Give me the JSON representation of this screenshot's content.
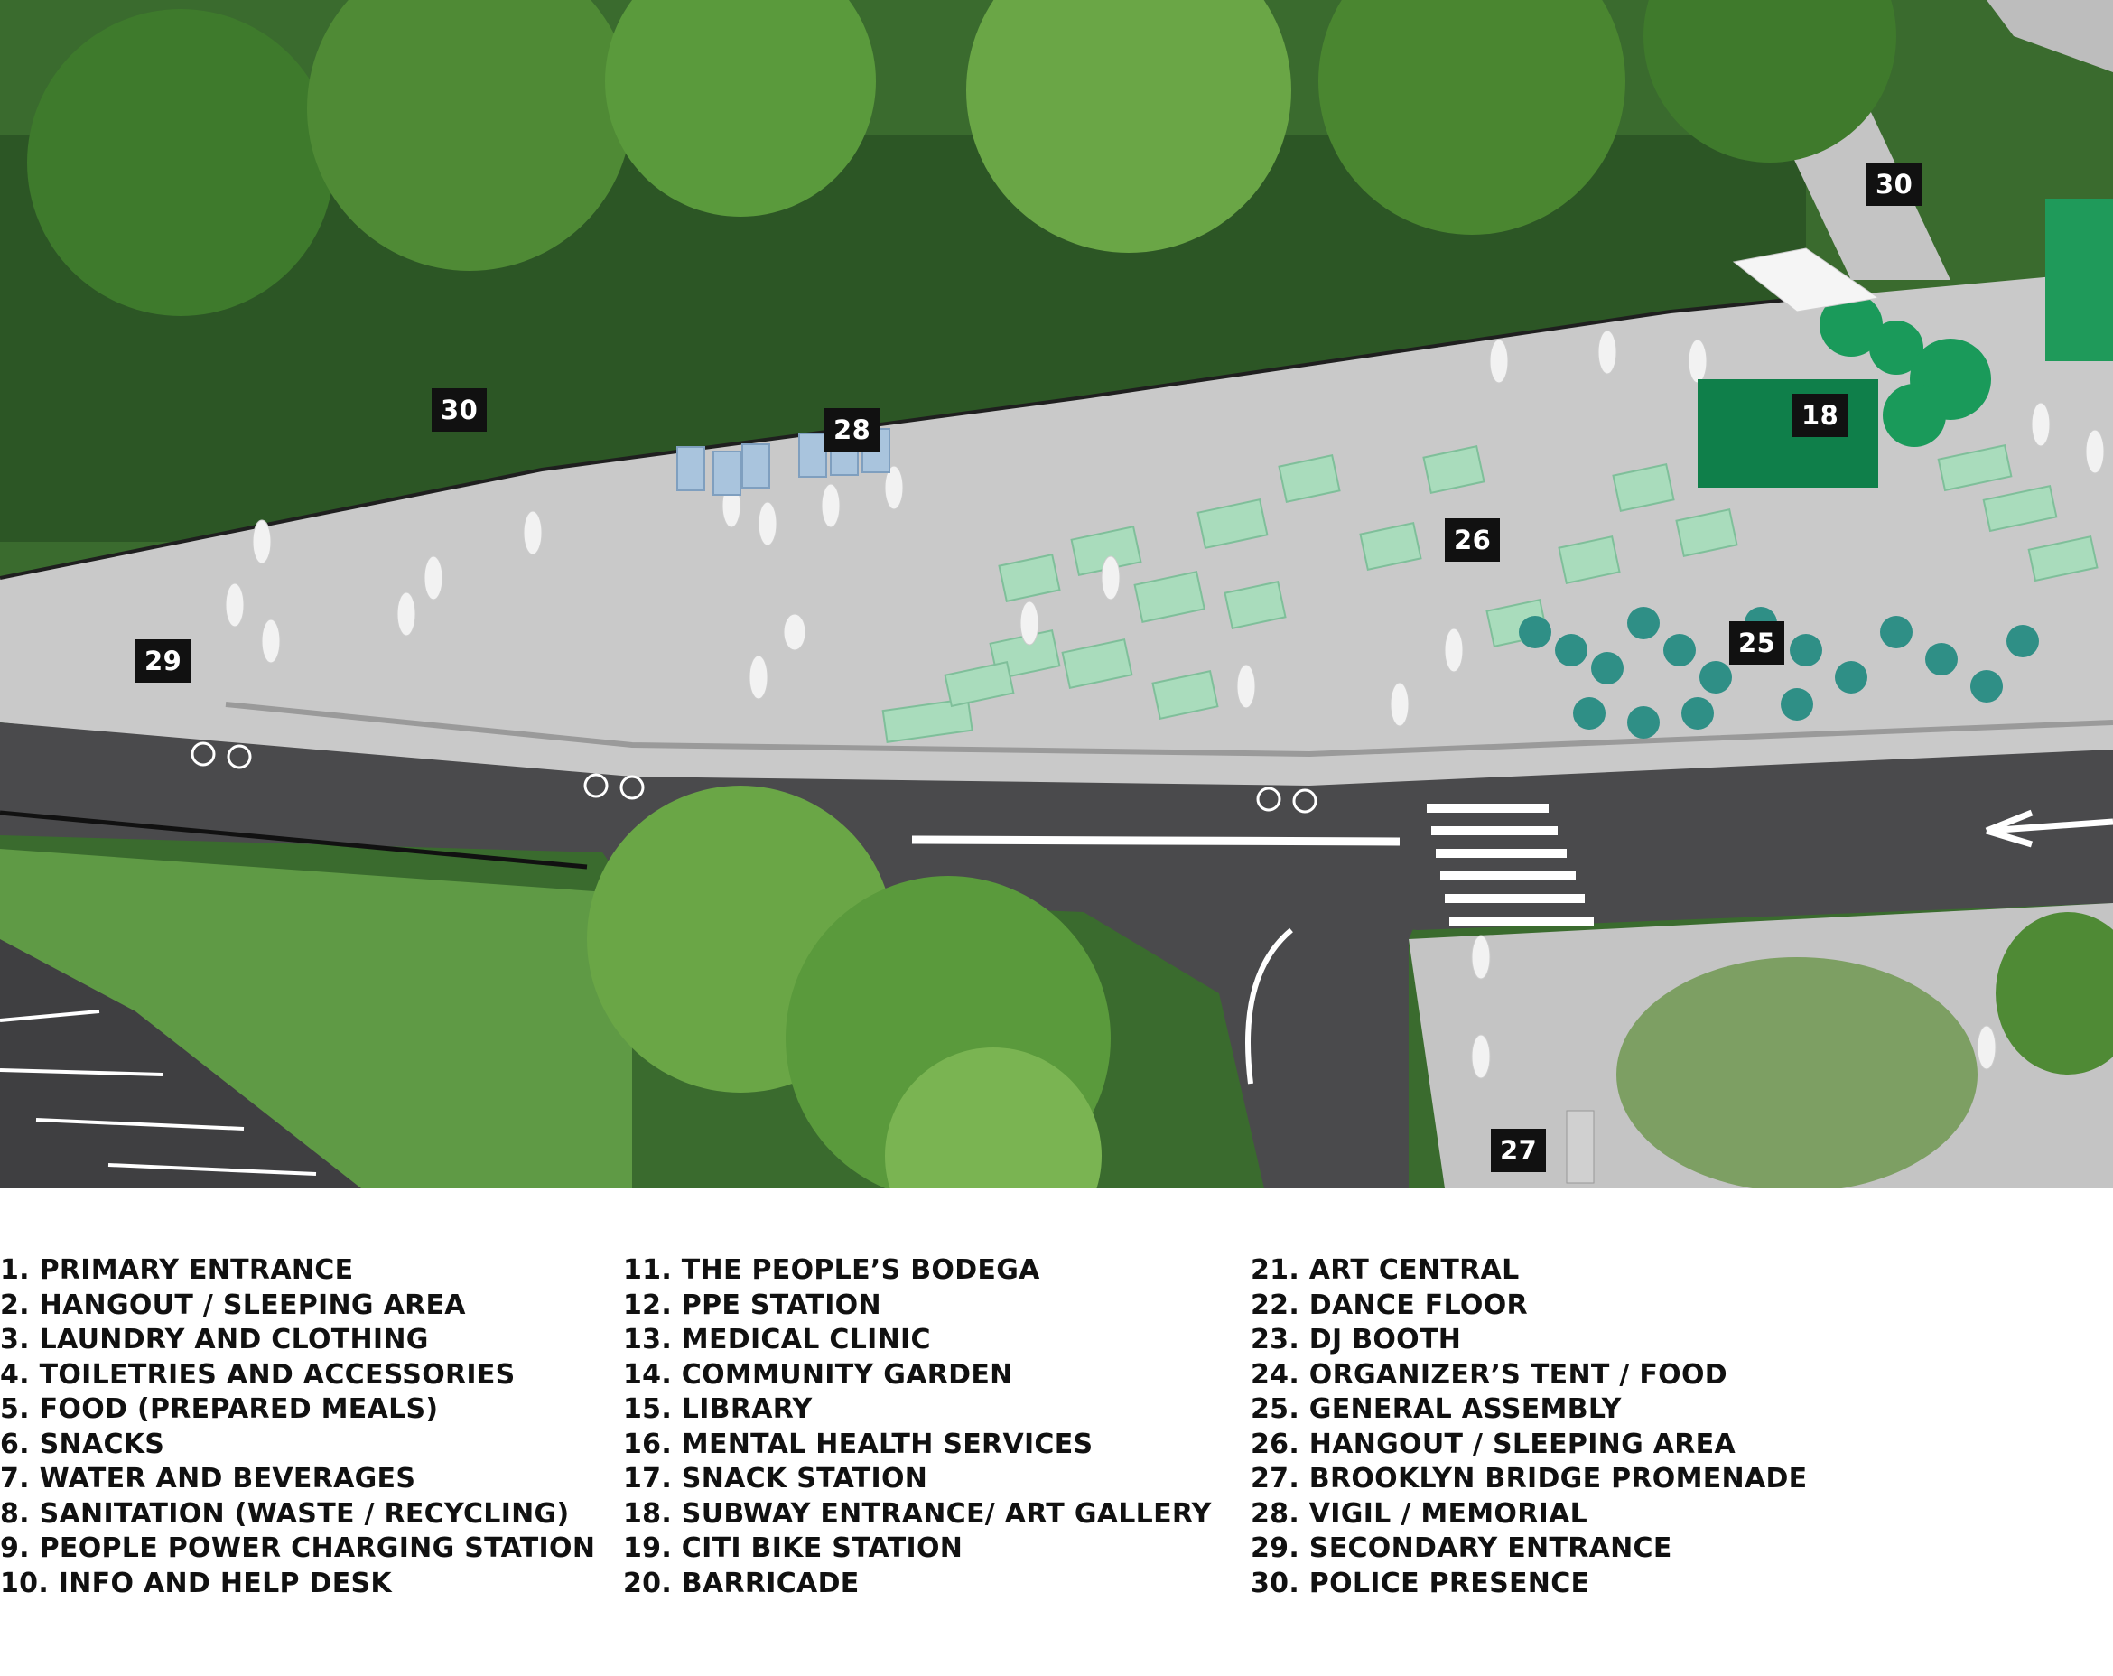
{
  "markers": [
    {
      "id": "m30a",
      "label": "30"
    },
    {
      "id": "m28",
      "label": "28"
    },
    {
      "id": "m30b",
      "label": "30"
    },
    {
      "id": "m18",
      "label": "18"
    },
    {
      "id": "m26",
      "label": "26"
    },
    {
      "id": "m29",
      "label": "29"
    },
    {
      "id": "m25",
      "label": "25"
    },
    {
      "id": "m27",
      "label": "27"
    }
  ],
  "legend": {
    "col1": [
      "1. PRIMARY ENTRANCE",
      "2. HANGOUT / SLEEPING AREA",
      "3. LAUNDRY AND CLOTHING",
      "4. TOILETRIES AND ACCESSORIES",
      "5. FOOD (PREPARED MEALS)",
      "6. SNACKS",
      "7. WATER AND BEVERAGES",
      "8. SANITATION (WASTE / RECYCLING)",
      "9. PEOPLE POWER CHARGING STATION",
      "10. INFO AND HELP DESK"
    ],
    "col2": [
      "11. THE PEOPLE’S BODEGA",
      "12. PPE STATION",
      "13. MEDICAL CLINIC",
      "14. COMMUNITY GARDEN",
      "15. LIBRARY",
      "16. MENTAL HEALTH SERVICES",
      "17. SNACK STATION",
      "18. SUBWAY ENTRANCE/ ART GALLERY",
      "19. CITI BIKE STATION",
      "20. BARRICADE"
    ],
    "col3": [
      "21. ART CENTRAL",
      "22. DANCE FLOOR",
      "23. DJ BOOTH",
      "24. ORGANIZER’S TENT / FOOD",
      "25. GENERAL ASSEMBLY",
      "26. HANGOUT / SLEEPING AREA",
      "27. BROOKLYN BRIDGE PROMENADE",
      "28. VIGIL / MEMORIAL",
      "29. SECONDARY ENTRANCE",
      "30. POLICE PRESENCE"
    ]
  },
  "colors": {
    "plaza": "#c9c9c9",
    "road": "#4a4a4c",
    "grass_dark": "#2f5a2a",
    "grass_light": "#5f9a45",
    "tree": "#4f8a35",
    "mat": "#a9dcbc",
    "assembly": "#2f8f86",
    "structure": "#0f7f4a",
    "marker_bg": "#111111"
  }
}
